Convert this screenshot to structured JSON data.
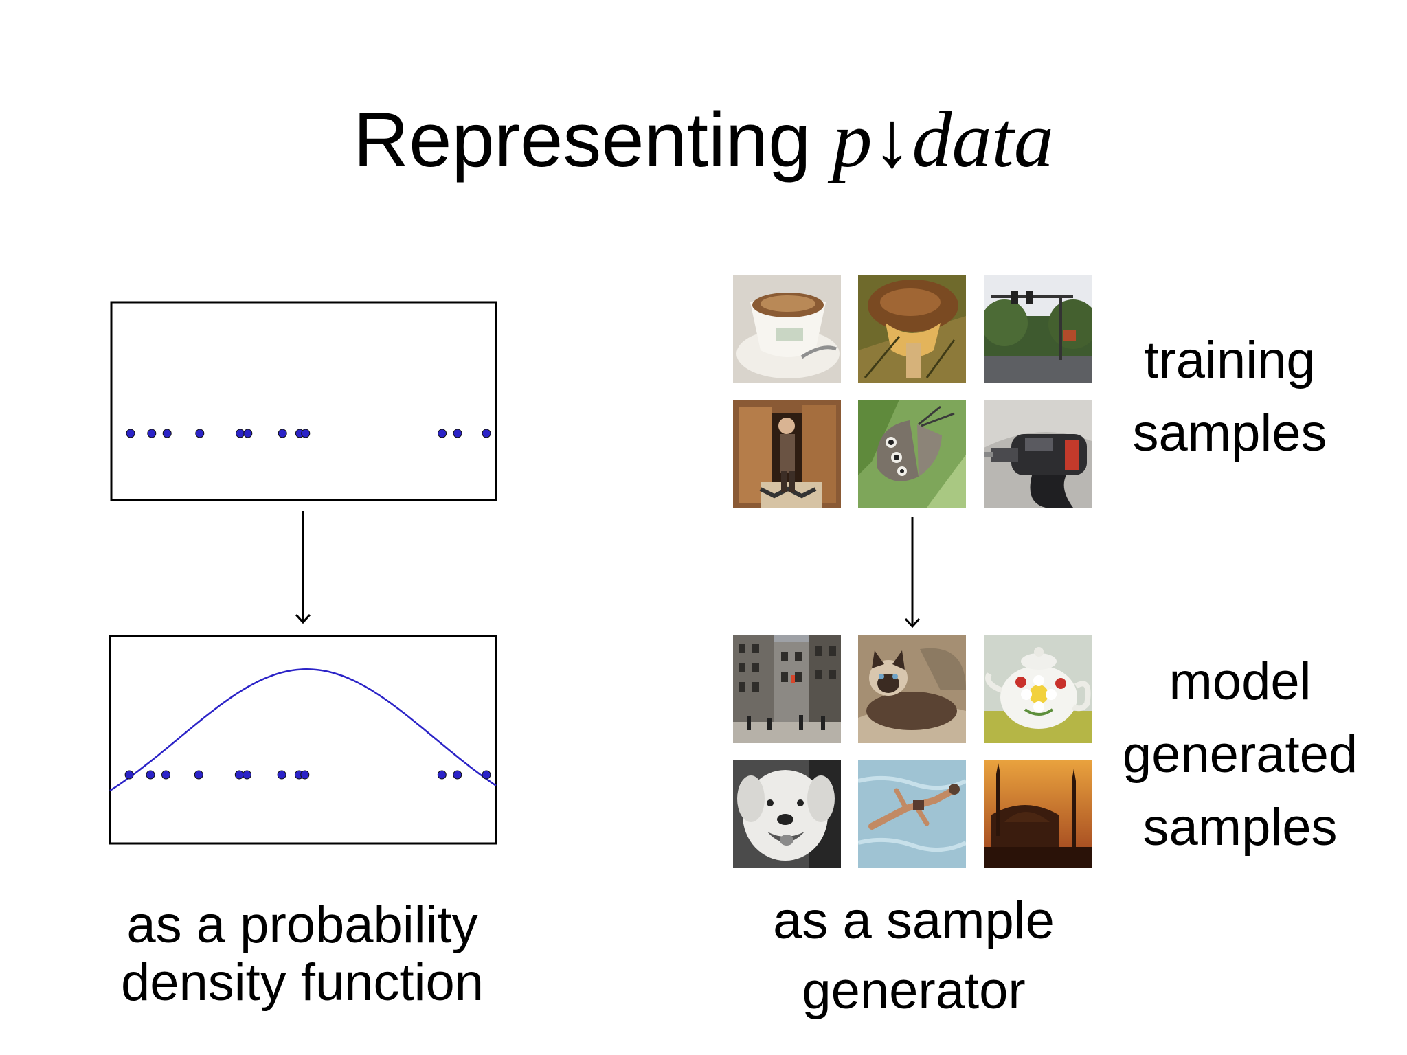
{
  "title": {
    "text": "Representing",
    "math": "p↓data"
  },
  "left_panel": {
    "caption_lines": [
      "as a probability",
      "density function"
    ],
    "sample_points_x": [
      0.05,
      0.105,
      0.145,
      0.23,
      0.335,
      0.355,
      0.445,
      0.49,
      0.505,
      0.86,
      0.9,
      0.975
    ],
    "density": {
      "type": "gaussian",
      "mean": 0.51,
      "sigma": 0.33,
      "peak_level": 0.84,
      "color": "#2b23c7"
    },
    "point_color": "#2b23c7"
  },
  "right_panel": {
    "training_label_lines": [
      "training",
      "samples"
    ],
    "generated_label_lines": [
      "model",
      "generated",
      "samples"
    ],
    "caption_lines": [
      "as a sample",
      "generator"
    ],
    "training_images": [
      {
        "icon": "coffee-cup-photo"
      },
      {
        "icon": "mushroom-photo"
      },
      {
        "icon": "traffic-light-street-photo"
      },
      {
        "icon": "person-in-doorway-photo"
      },
      {
        "icon": "butterfly-photo"
      },
      {
        "icon": "power-drill-photo"
      }
    ],
    "generated_images": [
      {
        "icon": "city-street-photo"
      },
      {
        "icon": "cat-photo"
      },
      {
        "icon": "teapot-photo"
      },
      {
        "icon": "dog-photo"
      },
      {
        "icon": "swimmer-photo"
      },
      {
        "icon": "mosque-sunset-photo"
      }
    ]
  }
}
